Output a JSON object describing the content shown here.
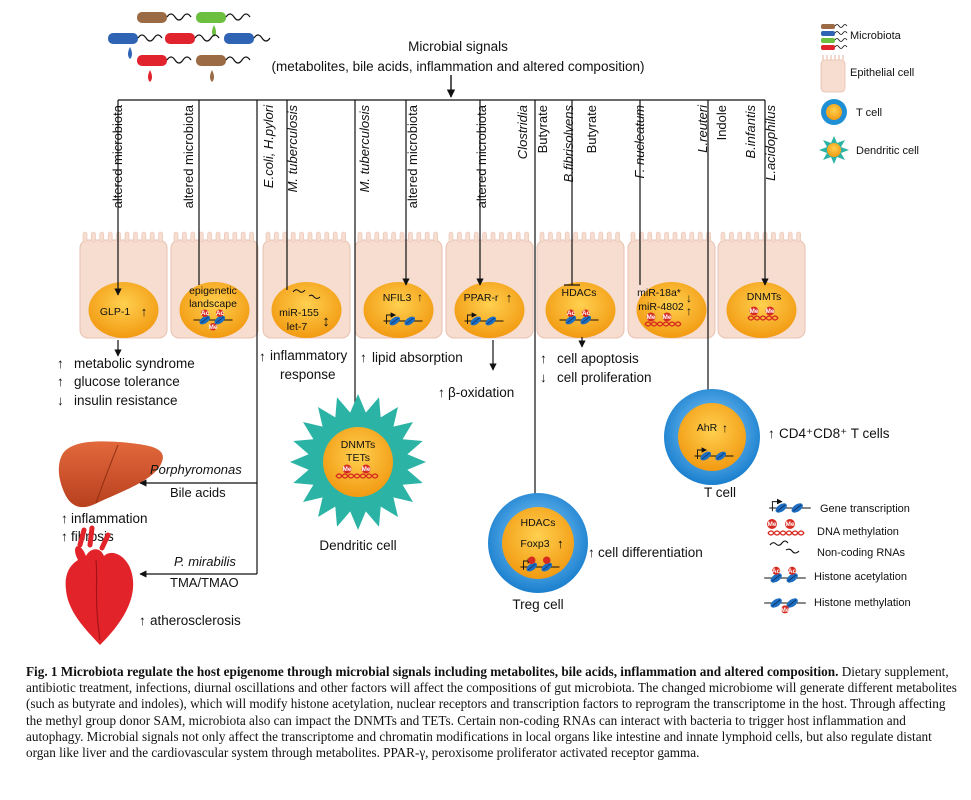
{
  "signals": {
    "title": "Microbial signals",
    "subtitle": "(metabolites, bile acids, inflammation and altered composition)"
  },
  "legend": {
    "microbiota": "Microbiota",
    "epithelial": "Epithelial cell",
    "tcell": "T cell",
    "dendritic": "Dendritic cell",
    "gene_transcription": "Gene transcription",
    "dna_methylation": "DNA methylation",
    "noncoding": "Non-coding RNAs",
    "histone_acetylation": "Histone acetylation",
    "histone_methylation": "Histone methylation"
  },
  "vertical_labels": {
    "l1": "altered microbiota",
    "l2": "altered microbiota",
    "l3": "E.coli, H.pylori",
    "l4": "M. tuberculosis",
    "l5": "M. tuberculosis",
    "l6": "altered microbiota",
    "l7": "altered microbiota",
    "l8": "Clostridia",
    "l9": "Butyrate",
    "l10": "B.fibrisolvens",
    "l11": "Butyrate",
    "l12": "F. nucleatum",
    "l13": "L.reuteri",
    "l14": "Indole",
    "l15": "B.infantis",
    "l16": "L.acidophilus"
  },
  "cells": {
    "c1": "GLP-1",
    "c2a": "epigenetic",
    "c2b": "landscape",
    "c3a": "miR-155",
    "c3b": "let-7",
    "c4": "NFIL3",
    "c5": "PPAR-r",
    "c6": "HDACs",
    "c7a": "miR-18a*",
    "c7b": "miR-4802",
    "c8": "DNMTs",
    "dc1": "DNMTs",
    "dc2": "TETs",
    "treg1": "HDACs",
    "treg2": "Foxp3",
    "tc1": "AhR"
  },
  "marks": {
    "ac": "Ac",
    "me": "Me"
  },
  "outcomes": {
    "metabolic": "metabolic syndrome",
    "glucose": "glucose tolerance",
    "insulin": "insulin resistance",
    "inflammatory1": "inflammatory",
    "inflammatory2": "response",
    "lipid": "lipid absorption",
    "beta": "β-oxidation",
    "apoptosis": "cell apoptosis",
    "proliferation": "cell proliferation",
    "cd_cells": "CD4⁺CD8⁺ T cells",
    "differentiation": "cell differentiation",
    "inflammation": "inflammation",
    "fibrosis": "fibrosis",
    "atherosclerosis": "atherosclerosis"
  },
  "organs": {
    "porphyromonas": "Porphyromonas",
    "bile_acids": "Bile acids",
    "mirabilis": "P. mirabilis",
    "tma": "TMA/TMAO"
  },
  "cell_names": {
    "dendritic": "Dendritic cell",
    "treg": "Treg cell",
    "tcell": "T cell"
  },
  "caption": {
    "bold": "Fig. 1 Microbiota regulate the host epigenome through microbial signals including metabolites, bile acids, inflammation and altered composition.",
    "text": " Dietary supplement, antibiotic treatment, infections, diurnal oscillations and other factors will affect the compositions of gut microbiota. The changed microbiome will generate different metabolites (such as butyrate and indoles), which will modify histone acetylation, nuclear receptors and transcription factors to reprogram the transcriptome in the host. Through affecting the methyl group donor SAM, microbiota also can impact the DNMTs and TETs. Certain non-coding RNAs can interact with bacteria to trigger host inflammation and autophagy. Microbial signals not only affect the transcriptome and chromatin modifications in local organs like intestine and innate lymphoid cells, but also regulate distant organ like liver and the cardiovascular system through metabolites. PPAR-γ, peroxisome proliferator activated receptor gamma."
  },
  "colors": {
    "brown": "#9a6b45",
    "green": "#6cbf3f",
    "blue": "#2f64b4",
    "red": "#e0232c",
    "epithelial": "#f6ddd0",
    "nucleus": "#f5ad1e",
    "tcell_ring": "#1f8fd6",
    "dendritic": "#2bb3a6",
    "dna_blue": "#1e6fc1",
    "mark_red": "#d62b21"
  }
}
